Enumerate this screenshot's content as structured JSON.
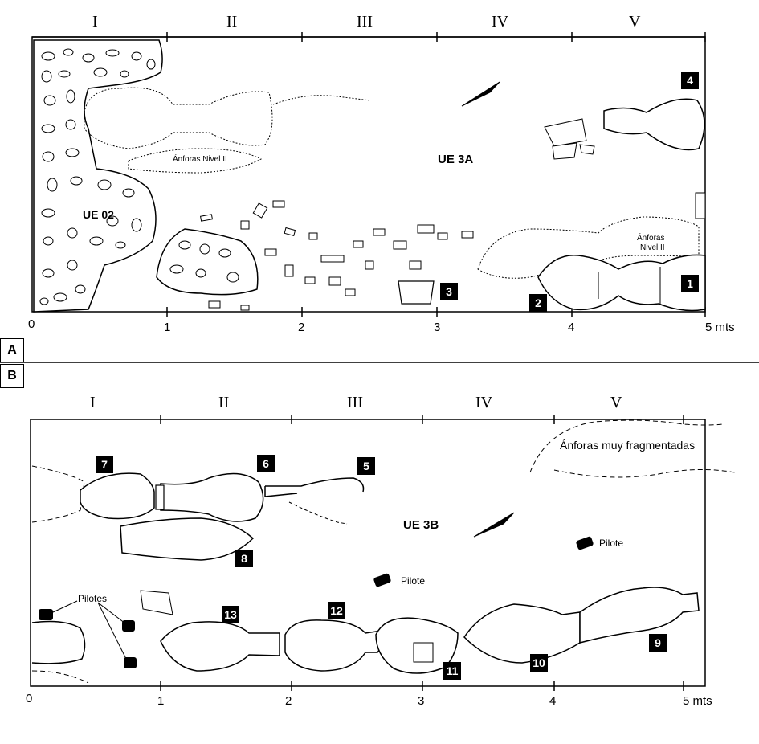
{
  "panel_a": {
    "label": "A",
    "squares": [
      "I",
      "II",
      "III",
      "IV",
      "V"
    ],
    "scale": [
      "0",
      "1",
      "2",
      "3",
      "4",
      "5 mts"
    ],
    "ue02": "UE 02",
    "ue3a": "UE 3A",
    "anforas_nivel_ii_1": "Ánforas Nivel II",
    "anforas_nivel_ii_2": "Ánforas",
    "anforas_nivel_ii_3": "Nivel II",
    "tags": [
      "1",
      "2",
      "3",
      "4"
    ]
  },
  "panel_b": {
    "label": "B",
    "squares": [
      "I",
      "II",
      "III",
      "IV",
      "V"
    ],
    "scale": [
      "0",
      "1",
      "2",
      "3",
      "4",
      "5 mts"
    ],
    "ue3b": "UE 3B",
    "anforas_fragmentadas": "Ánforas muy fragmentadas",
    "pilote_1": "Pilote",
    "pilote_2": "Pilote",
    "pilotes": "Pilotes",
    "tags": [
      "5",
      "6",
      "7",
      "8",
      "9",
      "10",
      "11",
      "12",
      "13"
    ]
  }
}
